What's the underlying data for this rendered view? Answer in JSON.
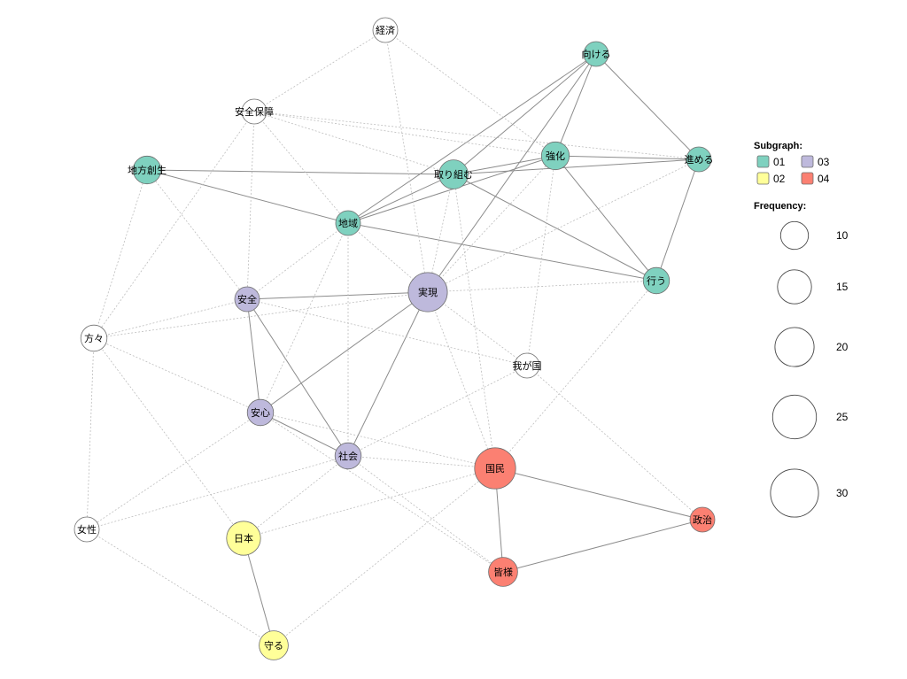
{
  "colors": {
    "01": "#7fd1bf",
    "02": "#ffff99",
    "03": "#beb9dc",
    "04": "#fb8072",
    "none": "#ffffff"
  },
  "nodes": [
    {
      "id": "keizai",
      "label": "経済",
      "group": "none",
      "freq": 8
    },
    {
      "id": "mukeru",
      "label": "向ける",
      "group": "01",
      "freq": 8
    },
    {
      "id": "anzenhosho",
      "label": "安全保障",
      "group": "none",
      "freq": 8
    },
    {
      "id": "kyoka",
      "label": "強化",
      "group": "01",
      "freq": 10
    },
    {
      "id": "susumeru",
      "label": "進める",
      "group": "01",
      "freq": 8
    },
    {
      "id": "chihososei",
      "label": "地方創生",
      "group": "01",
      "freq": 10
    },
    {
      "id": "torikumu",
      "label": "取り組む",
      "group": "01",
      "freq": 11
    },
    {
      "id": "chiiki",
      "label": "地域",
      "group": "01",
      "freq": 8
    },
    {
      "id": "okonau",
      "label": "行う",
      "group": "01",
      "freq": 9
    },
    {
      "id": "anzen",
      "label": "安全",
      "group": "03",
      "freq": 8
    },
    {
      "id": "jitsugen",
      "label": "実現",
      "group": "03",
      "freq": 20
    },
    {
      "id": "katagata",
      "label": "方々",
      "group": "none",
      "freq": 9
    },
    {
      "id": "wagakuni",
      "label": "我が国",
      "group": "none",
      "freq": 8
    },
    {
      "id": "anshin",
      "label": "安心",
      "group": "03",
      "freq": 9
    },
    {
      "id": "shakai",
      "label": "社会",
      "group": "03",
      "freq": 9
    },
    {
      "id": "kokumin",
      "label": "国民",
      "group": "04",
      "freq": 22
    },
    {
      "id": "josei",
      "label": "女性",
      "group": "none",
      "freq": 8
    },
    {
      "id": "nihon",
      "label": "日本",
      "group": "02",
      "freq": 15
    },
    {
      "id": "seiji",
      "label": "政治",
      "group": "04",
      "freq": 8
    },
    {
      "id": "minasama",
      "label": "皆様",
      "group": "04",
      "freq": 11
    },
    {
      "id": "mamoru",
      "label": "守る",
      "group": "02",
      "freq": 11
    }
  ],
  "edges": [
    {
      "source": "mukeru",
      "target": "torikumu",
      "style": "solid"
    },
    {
      "source": "mukeru",
      "target": "chiiki",
      "style": "solid"
    },
    {
      "source": "mukeru",
      "target": "kyoka",
      "style": "solid"
    },
    {
      "source": "mukeru",
      "target": "susumeru",
      "style": "solid"
    },
    {
      "source": "mukeru",
      "target": "jitsugen",
      "style": "solid"
    },
    {
      "source": "kyoka",
      "target": "susumeru",
      "style": "solid"
    },
    {
      "source": "kyoka",
      "target": "okonau",
      "style": "solid"
    },
    {
      "source": "kyoka",
      "target": "torikumu",
      "style": "solid"
    },
    {
      "source": "kyoka",
      "target": "chiiki",
      "style": "solid"
    },
    {
      "source": "susumeru",
      "target": "okonau",
      "style": "solid"
    },
    {
      "source": "susumeru",
      "target": "torikumu",
      "style": "solid"
    },
    {
      "source": "chihososei",
      "target": "torikumu",
      "style": "solid"
    },
    {
      "source": "chihososei",
      "target": "chiiki",
      "style": "solid"
    },
    {
      "source": "torikumu",
      "target": "chiiki",
      "style": "solid"
    },
    {
      "source": "torikumu",
      "target": "okonau",
      "style": "solid"
    },
    {
      "source": "chiiki",
      "target": "okonau",
      "style": "solid"
    },
    {
      "source": "anzen",
      "target": "jitsugen",
      "style": "solid"
    },
    {
      "source": "anzen",
      "target": "anshin",
      "style": "solid"
    },
    {
      "source": "anzen",
      "target": "shakai",
      "style": "solid"
    },
    {
      "source": "jitsugen",
      "target": "anshin",
      "style": "solid"
    },
    {
      "source": "jitsugen",
      "target": "shakai",
      "style": "solid"
    },
    {
      "source": "anshin",
      "target": "shakai",
      "style": "solid"
    },
    {
      "source": "kokumin",
      "target": "minasama",
      "style": "solid"
    },
    {
      "source": "kokumin",
      "target": "seiji",
      "style": "solid"
    },
    {
      "source": "minasama",
      "target": "seiji",
      "style": "solid"
    },
    {
      "source": "nihon",
      "target": "mamoru",
      "style": "solid"
    },
    {
      "source": "keizai",
      "target": "anzenhosho",
      "style": "dashed"
    },
    {
      "source": "keizai",
      "target": "jitsugen",
      "style": "dashed"
    },
    {
      "source": "keizai",
      "target": "kyoka",
      "style": "dashed"
    },
    {
      "source": "anzenhosho",
      "target": "kyoka",
      "style": "dashed"
    },
    {
      "source": "anzenhosho",
      "target": "torikumu",
      "style": "dashed"
    },
    {
      "source": "anzenhosho",
      "target": "susumeru",
      "style": "dashed"
    },
    {
      "source": "anzenhosho",
      "target": "anzen",
      "style": "dashed"
    },
    {
      "source": "anzenhosho",
      "target": "chiiki",
      "style": "dashed"
    },
    {
      "source": "anzenhosho",
      "target": "katagata",
      "style": "dashed"
    },
    {
      "source": "chihososei",
      "target": "katagata",
      "style": "dashed"
    },
    {
      "source": "chihososei",
      "target": "anzen",
      "style": "dashed"
    },
    {
      "source": "torikumu",
      "target": "jitsugen",
      "style": "dashed"
    },
    {
      "source": "torikumu",
      "target": "kokumin",
      "style": "dashed"
    },
    {
      "source": "kyoka",
      "target": "wagakuni",
      "style": "dashed"
    },
    {
      "source": "kyoka",
      "target": "jitsugen",
      "style": "dashed"
    },
    {
      "source": "susumeru",
      "target": "jitsugen",
      "style": "dashed"
    },
    {
      "source": "chiiki",
      "target": "anzen",
      "style": "dashed"
    },
    {
      "source": "chiiki",
      "target": "jitsugen",
      "style": "dashed"
    },
    {
      "source": "chiiki",
      "target": "anshin",
      "style": "dashed"
    },
    {
      "source": "chiiki",
      "target": "shakai",
      "style": "dashed"
    },
    {
      "source": "okonau",
      "target": "jitsugen",
      "style": "dashed"
    },
    {
      "source": "okonau",
      "target": "kokumin",
      "style": "dashed"
    },
    {
      "source": "anzen",
      "target": "wagakuni",
      "style": "dashed"
    },
    {
      "source": "anzen",
      "target": "katagata",
      "style": "dashed"
    },
    {
      "source": "jitsugen",
      "target": "katagata",
      "style": "dashed"
    },
    {
      "source": "jitsugen",
      "target": "wagakuni",
      "style": "dashed"
    },
    {
      "source": "jitsugen",
      "target": "kokumin",
      "style": "dashed"
    },
    {
      "source": "katagata",
      "target": "anshin",
      "style": "dashed"
    },
    {
      "source": "katagata",
      "target": "josei",
      "style": "dashed"
    },
    {
      "source": "katagata",
      "target": "nihon",
      "style": "dashed"
    },
    {
      "source": "wagakuni",
      "target": "seiji",
      "style": "dashed"
    },
    {
      "source": "wagakuni",
      "target": "shakai",
      "style": "dashed"
    },
    {
      "source": "anshin",
      "target": "kokumin",
      "style": "dashed"
    },
    {
      "source": "anshin",
      "target": "josei",
      "style": "dashed"
    },
    {
      "source": "anshin",
      "target": "minasama",
      "style": "dashed"
    },
    {
      "source": "shakai",
      "target": "kokumin",
      "style": "dashed"
    },
    {
      "source": "shakai",
      "target": "minasama",
      "style": "dashed"
    },
    {
      "source": "shakai",
      "target": "nihon",
      "style": "dashed"
    },
    {
      "source": "shakai",
      "target": "josei",
      "style": "dashed"
    },
    {
      "source": "kokumin",
      "target": "nihon",
      "style": "dashed"
    },
    {
      "source": "kokumin",
      "target": "mamoru",
      "style": "dashed"
    },
    {
      "source": "josei",
      "target": "mamoru",
      "style": "dashed"
    }
  ],
  "legend": {
    "subgraph_title": "Subgraph:",
    "subgraph_items": [
      {
        "label": "01",
        "group": "01"
      },
      {
        "label": "02",
        "group": "02"
      },
      {
        "label": "03",
        "group": "03"
      },
      {
        "label": "04",
        "group": "04"
      }
    ],
    "frequency_title": "Frequency:",
    "frequency_items": [
      {
        "label": "10",
        "value": 10
      },
      {
        "label": "15",
        "value": 15
      },
      {
        "label": "20",
        "value": 20
      },
      {
        "label": "25",
        "value": 25
      },
      {
        "label": "30",
        "value": 30
      }
    ]
  }
}
